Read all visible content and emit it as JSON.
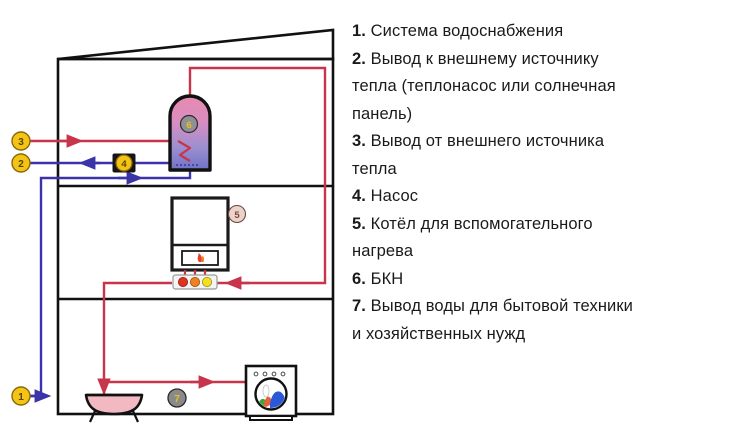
{
  "legend": {
    "items": [
      {
        "num": "1.",
        "text": "Система водоснабжения",
        "lines": [
          "Система водоснабжения"
        ]
      },
      {
        "num": "2.",
        "text": "Вывод к внешнему источнику тепла (теплонасос или солнечная панель)",
        "lines": [
          "Вывод к внешнему источнику",
          "тепла (теплонасос или солнечная",
          "панель)"
        ]
      },
      {
        "num": "3.",
        "text": "Вывод от внешнего источника тепла",
        "lines": [
          "Вывод от внешнего источника",
          "тепла"
        ]
      },
      {
        "num": "4.",
        "text": "Насос",
        "lines": [
          "Насос"
        ]
      },
      {
        "num": "5.",
        "text": "Котёл для вспомогательного нагрева",
        "lines": [
          "Котёл для вспомогательного",
          "нагрева"
        ]
      },
      {
        "num": "6.",
        "text": "БКН",
        "lines": [
          "БКН"
        ]
      },
      {
        "num": "7.",
        "text": "Вывод воды для бытовой техники и хозяйственных нужд",
        "lines": [
          "Вывод воды для бытовой техники",
          "и хозяйственных нужд"
        ]
      }
    ]
  },
  "diagram": {
    "markers": {
      "m1": "1",
      "m2": "2",
      "m3": "3",
      "m4": "4",
      "m5": "5",
      "m6": "6",
      "m7": "7"
    },
    "components": {
      "tank_label": "БКН",
      "boiler_label": "Котёл для вспомогательного нагрева",
      "pump_label": "Насос",
      "bathtub_label": "Ванна",
      "washing_machine_label": "Стиральная машина",
      "house_label": "Дом",
      "manifold_label": "Коллектор"
    },
    "colors": {
      "hot_pipe": "#c8344a",
      "cold_pipe": "#3a34a8",
      "outline": "#111111",
      "marker_gold": "#f5c518",
      "marker_gray": "#8a8a8a",
      "marker_pink": "#e8c8c0",
      "tank_top": "#e492b4",
      "tank_bottom": "#6f6fc4",
      "bathtub": "#f2b9c2",
      "manifold_red": "#e03020",
      "manifold_orange": "#f08020",
      "manifold_yellow": "#f5e020"
    }
  }
}
